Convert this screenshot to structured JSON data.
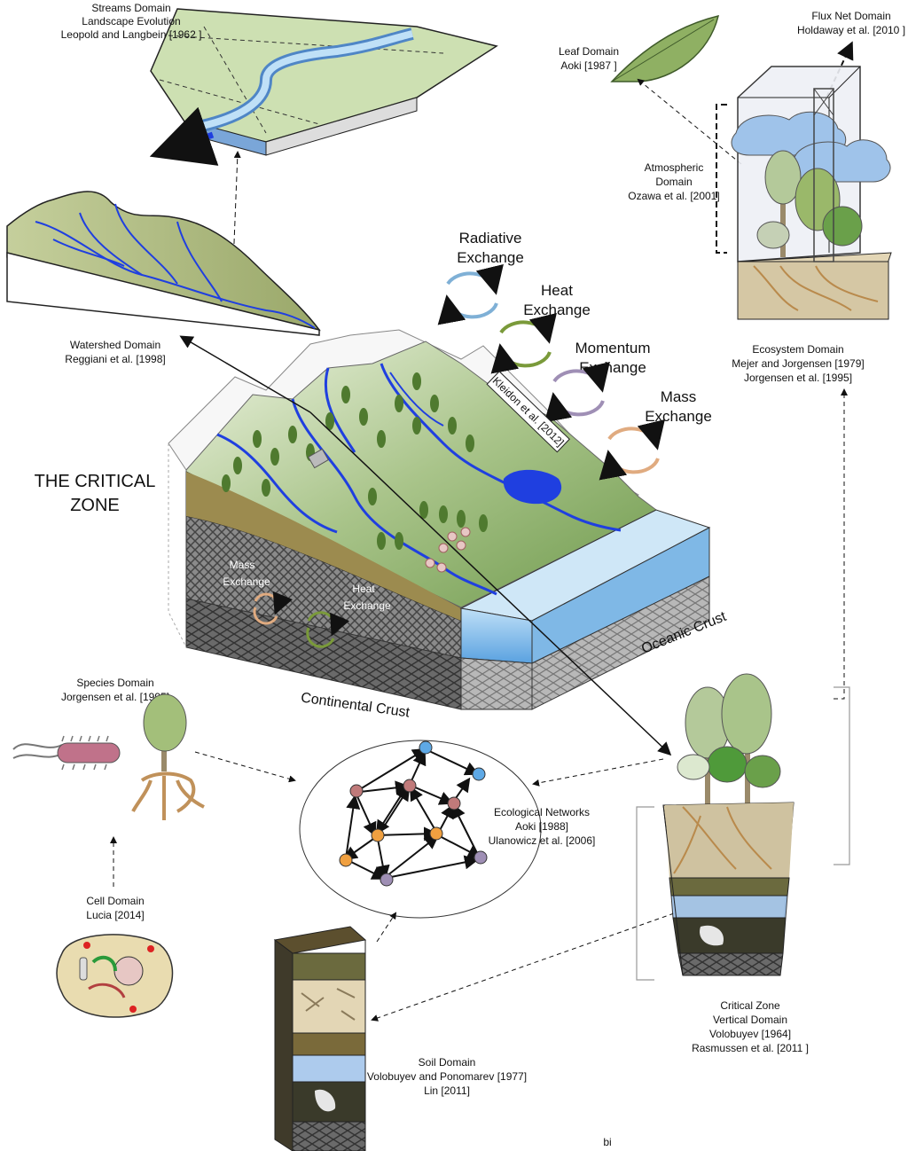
{
  "title": {
    "line1": "THE CRITICAL",
    "line2": "ZONE"
  },
  "exchanges": {
    "radiative": {
      "line1": "Radiative",
      "line2": "Exchange"
    },
    "heat": {
      "line1": "Heat",
      "line2": "Exchange"
    },
    "momentum": {
      "line1": "Momentum",
      "line2": "Exchange"
    },
    "mass": {
      "line1": "Mass",
      "line2": "Exchange"
    },
    "citation": "Kleidon et al. [2012]"
  },
  "subsurface": {
    "mass": {
      "line1": "Mass",
      "line2": "Exchange"
    },
    "heat": {
      "line1": "Heat",
      "line2": "Exchange"
    }
  },
  "crusts": {
    "continental": "Continental Crust",
    "oceanic": "Oceanic Crust"
  },
  "domains": {
    "streams": {
      "l1": "Streams Domain",
      "l2": "Landscape Evolution",
      "l3": "Leopold and Langbein [1962 ]"
    },
    "watershed": {
      "l1": "Watershed Domain",
      "l2": "Reggiani et al. [1998]"
    },
    "leaf": {
      "l1": "Leaf Domain",
      "l2": "Aoki  [1987 ]"
    },
    "fluxnet": {
      "l1": "Flux Net Domain",
      "l2": "Holdaway et al. [2010 ]"
    },
    "atmospheric": {
      "l1": "Atmospheric",
      "l2": "Domain",
      "l3": "Ozawa et al. [2001]"
    },
    "ecosystem": {
      "l1": "Ecosystem  Domain",
      "l2": "Mejer and Jorgensen [1979]",
      "l3": "Jorgensen et al. [1995]"
    },
    "species": {
      "l1": "Species Domain",
      "l2": "Jorgensen et al. [1995]"
    },
    "cell": {
      "l1": "Cell Domain",
      "l2": "Lucia [2014]"
    },
    "networks": {
      "l1": "Ecological Networks",
      "l2": "Aoki [1988]",
      "l3": "Ulanowicz et al. [2006]"
    },
    "soil": {
      "l1": "Soil Domain",
      "l2": "Volobuyev and  Ponomarev [1977]",
      "l3": "Lin [2011]"
    },
    "vertical": {
      "l1": "Critical Zone",
      "l2": "Vertical Domain",
      "l3": "Volobuyev [1964]",
      "l4": "Rasmussen et al. [2011 ]"
    }
  },
  "footer": "bi",
  "colors": {
    "river": "#1f3fe0",
    "land": "#a9c48a",
    "soil": "#9c8b4f",
    "water": "#8fc2ea",
    "radiative": "#7fb0d6",
    "heat": "#7a9a3a",
    "momentum": "#9f8fb5",
    "mass": "#e0ab80"
  },
  "icons": [
    "watershed-icon",
    "streams-block-icon",
    "leaf-icon",
    "flux-tower-icon",
    "ecosystem-block-icon",
    "bacterium-icon",
    "tree-icon",
    "cell-icon",
    "network-icon",
    "soil-column-icon",
    "vertical-column-icon"
  ]
}
